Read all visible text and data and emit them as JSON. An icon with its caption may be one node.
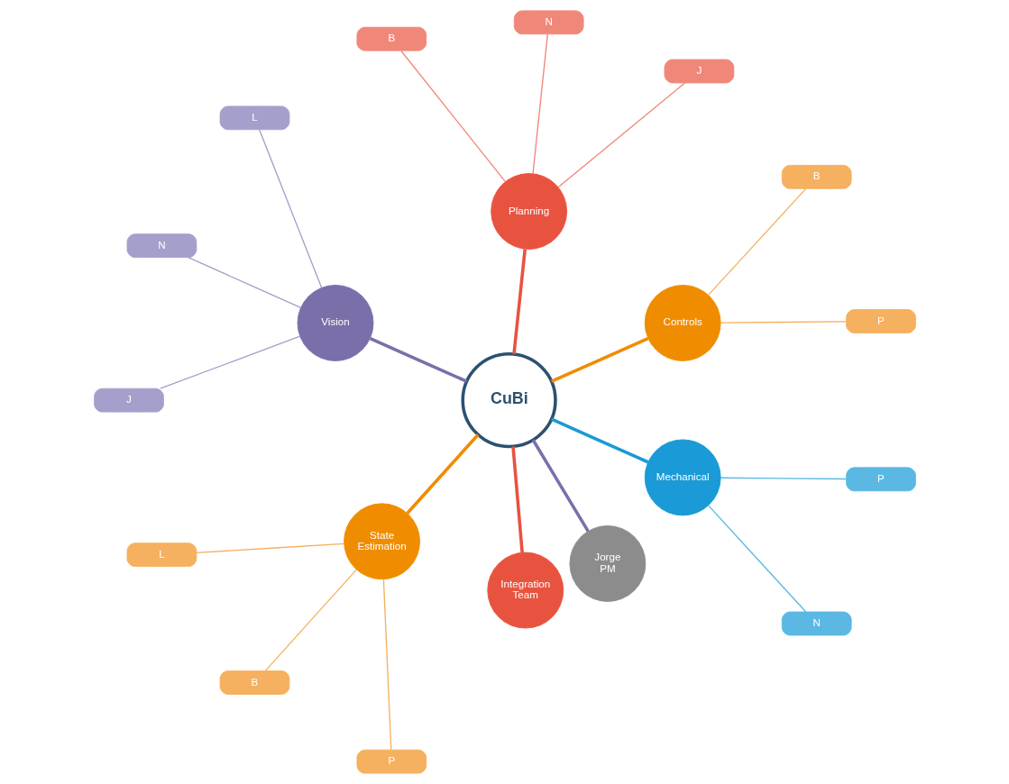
{
  "diagram": {
    "nodes": [
      {
        "text": [
          "CuBi"
        ]
      },
      {
        "text": [
          "Controls"
        ]
      },
      {
        "text": [
          "P"
        ]
      },
      {
        "text": [
          "B"
        ]
      },
      {
        "text": [
          "Planning"
        ]
      },
      {
        "text": [
          "J"
        ]
      },
      {
        "text": [
          "N"
        ]
      },
      {
        "text": [
          "B"
        ]
      },
      {
        "text": [
          "Vision"
        ]
      },
      {
        "text": [
          "L"
        ]
      },
      {
        "text": [
          "N"
        ]
      },
      {
        "text": [
          "J"
        ]
      },
      {
        "text": [
          "State Estimation"
        ]
      },
      {
        "text": [
          "L"
        ]
      },
      {
        "text": [
          "B"
        ]
      },
      {
        "text": [
          "P"
        ]
      },
      {
        "text": [
          "Integration Team"
        ]
      },
      {
        "text": [
          "Jorge PM"
        ]
      },
      {
        "text": [
          "Mechanical"
        ]
      },
      {
        "text": [
          "N"
        ]
      },
      {
        "text": [
          "P"
        ]
      }
    ],
    "edges": [
      {
        "from": 0,
        "to": 1,
        "arrow": "none",
        "style": "thick",
        "color": "#f08c00"
      },
      {
        "from": 1,
        "to": 2,
        "arrow": "none",
        "color": "#f5b060"
      },
      {
        "from": 1,
        "to": 3,
        "arrow": "none",
        "color": "#f5b060"
      },
      {
        "from": 0,
        "to": 4,
        "arrow": "none",
        "style": "thick",
        "color": "#e8533f"
      },
      {
        "from": 4,
        "to": 5,
        "arrow": "none",
        "color": "#f0887a"
      },
      {
        "from": 4,
        "to": 6,
        "arrow": "none",
        "color": "#f0887a"
      },
      {
        "from": 4,
        "to": 7,
        "arrow": "none",
        "color": "#f0887a"
      },
      {
        "from": 0,
        "to": 8,
        "arrow": "none",
        "style": "thick",
        "color": "#7b6faa"
      },
      {
        "from": 8,
        "to": 9,
        "arrow": "none",
        "color": "#a59fcb"
      },
      {
        "from": 8,
        "to": 10,
        "arrow": "none",
        "color": "#a59fcb"
      },
      {
        "from": 8,
        "to": 11,
        "arrow": "none",
        "color": "#a59fcb"
      },
      {
        "from": 0,
        "to": 12,
        "arrow": "none",
        "style": "thick",
        "color": "#f08c00"
      },
      {
        "from": 12,
        "to": 13,
        "arrow": "none",
        "color": "#f5b060"
      },
      {
        "from": 12,
        "to": 14,
        "arrow": "none",
        "color": "#f5b060"
      },
      {
        "from": 12,
        "to": 15,
        "arrow": "none",
        "color": "#f5b060"
      },
      {
        "from": 0,
        "to": 16,
        "arrow": "none",
        "style": "thick",
        "color": "#e8533f"
      },
      {
        "from": 0,
        "to": 17,
        "arrow": "none",
        "style": "thick",
        "color": "#7b6faa"
      },
      {
        "from": 0,
        "to": 18,
        "arrow": "none",
        "style": "thick",
        "color": "#1a9ad6"
      },
      {
        "from": 18,
        "to": 19,
        "arrow": "none",
        "color": "#5bb8e3"
      },
      {
        "from": 18,
        "to": 20,
        "arrow": "none",
        "color": "#5bb8e3"
      }
    ]
  }
}
